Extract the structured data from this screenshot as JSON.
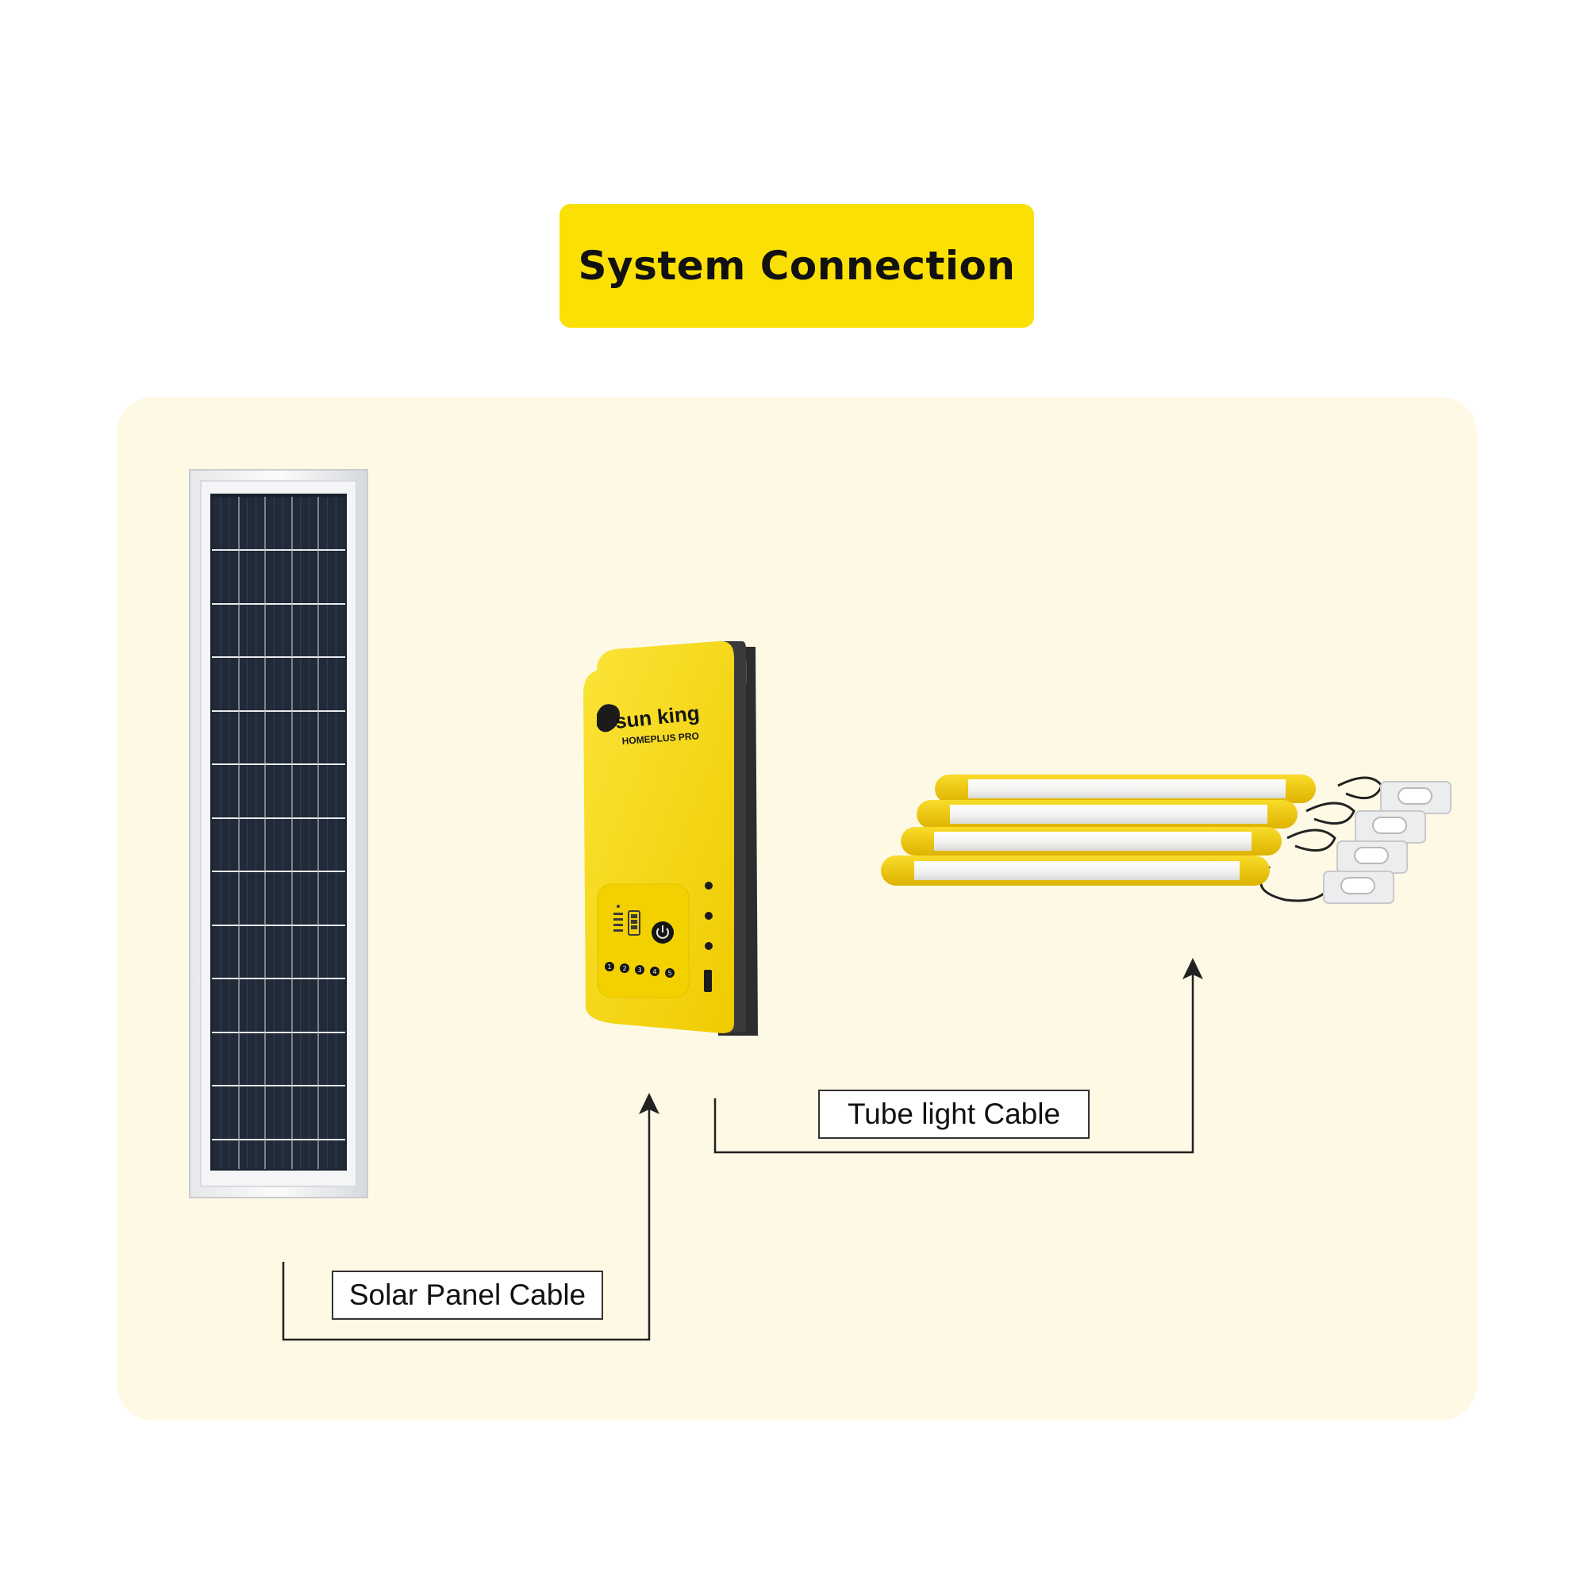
{
  "title": "System Connection",
  "labels": {
    "solar_panel_cable": "Solar Panel Cable",
    "tube_light_cable": "Tube light Cable"
  },
  "device": {
    "brand": "sun king",
    "model": "HOMEPLUS PRO",
    "buttons": [
      "1",
      "2",
      "3",
      "4",
      "5"
    ]
  },
  "colors": {
    "accent_yellow": "#fae004",
    "panel_bg": "#fdf9e5",
    "device_yellow": "#f6d90f",
    "solar_cell": "#1c2430",
    "arrow_line": "#222222"
  },
  "icons": {
    "power": "power-icon",
    "battery": "battery-icon",
    "brand_mark": "lion-icon"
  }
}
